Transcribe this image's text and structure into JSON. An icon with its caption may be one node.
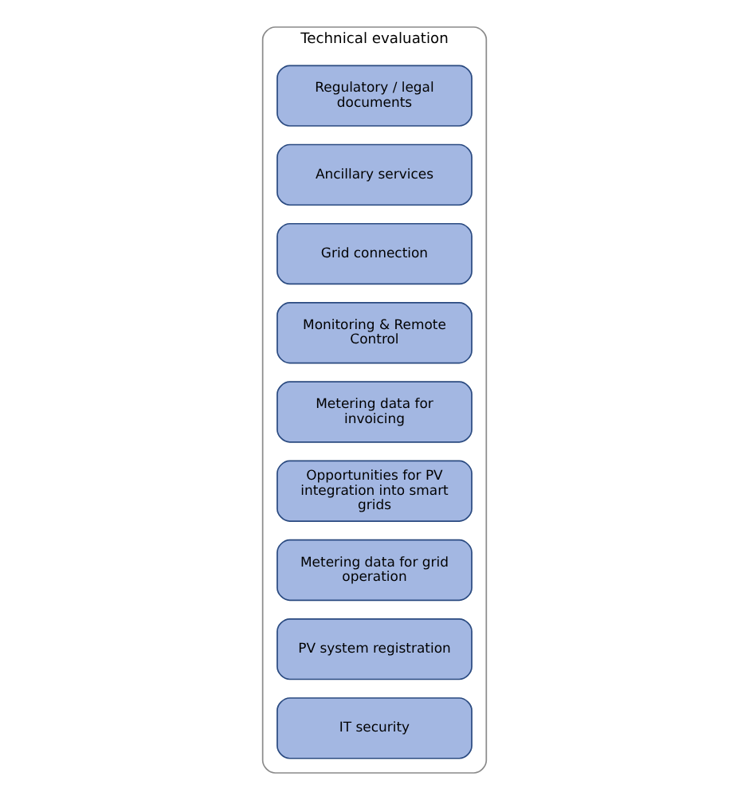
{
  "diagram": {
    "nodes": [
      {
        "text": [
          "Technical evaluation"
        ]
      },
      {
        "text": [
          "Regulatory / legal documents"
        ],
        "in": 0
      },
      {
        "text": [
          "Ancillary services"
        ],
        "in": 0
      },
      {
        "text": [
          "Grid connection"
        ],
        "in": 0
      },
      {
        "text": [
          "Monitoring & Remote Control"
        ],
        "in": 0
      },
      {
        "text": [
          "Metering data for invoicing"
        ],
        "in": 0
      },
      {
        "text": [
          "Opportunities for PV integration into smart grids"
        ],
        "in": 0
      },
      {
        "text": [
          "Metering data for grid operation"
        ],
        "in": 0
      },
      {
        "text": [
          "PV system registration"
        ],
        "in": 0
      },
      {
        "text": [
          "IT security"
        ],
        "in": 0
      }
    ]
  }
}
